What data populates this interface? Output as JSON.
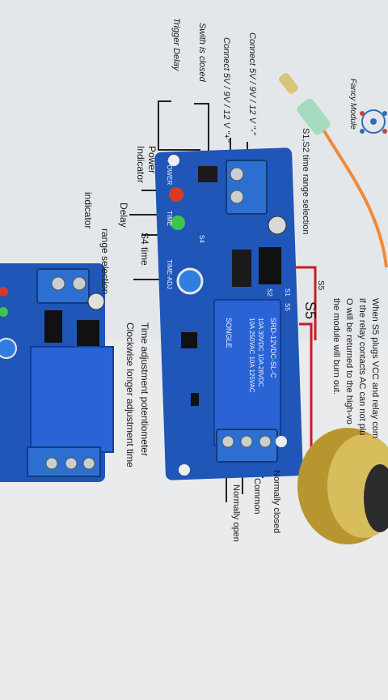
{
  "brand": {
    "name": "Fancy Module"
  },
  "labels": {
    "trigger_delay": "Trigger Delay",
    "switch_closed": "Swith is closed",
    "connect_1": "Connect 5V / 9V / 12 V \"-\"",
    "connect_2": "Connect 5V / 9V / 12 V \"+\"",
    "s1s2": "S1,S2 time range selection",
    "power_indicator": "Power Indicator",
    "delay_indicator": "Delay",
    "s4_time": "S4 time",
    "range_selection": "range selection",
    "indicator": "indicator",
    "s5_small": "S5",
    "s5_large": "S5",
    "time_adj": "Time adjustment potentiometer",
    "clockwise": "Clockwise longer adjustment time",
    "normally_closed": "Normally closed",
    "common": "Common",
    "normally_open": "Normally open",
    "warning_1": "When S5 plugs VCC and relay com",
    "warning_2": "if the relay contacts AC can not plu",
    "warning_3": "O will be returned to the high-vo",
    "warning_4": "the module will burn out."
  },
  "board": {
    "pcb_text": [
      "POWER",
      "TIME",
      "TIME-ADJ",
      "S1",
      "S2",
      "S4",
      "S5"
    ],
    "relay_text": [
      "SONGLE",
      "10A 250VAC 10A 125VAC",
      "10A 30VDC 10A 28VDC",
      "SRD-12VDC-SL-C"
    ],
    "colors": {
      "pcb": "#1f56b8",
      "terminal": "#2d6fd0",
      "wire_red": "#c81e1e",
      "wire_orange": "#f08a3a"
    }
  }
}
